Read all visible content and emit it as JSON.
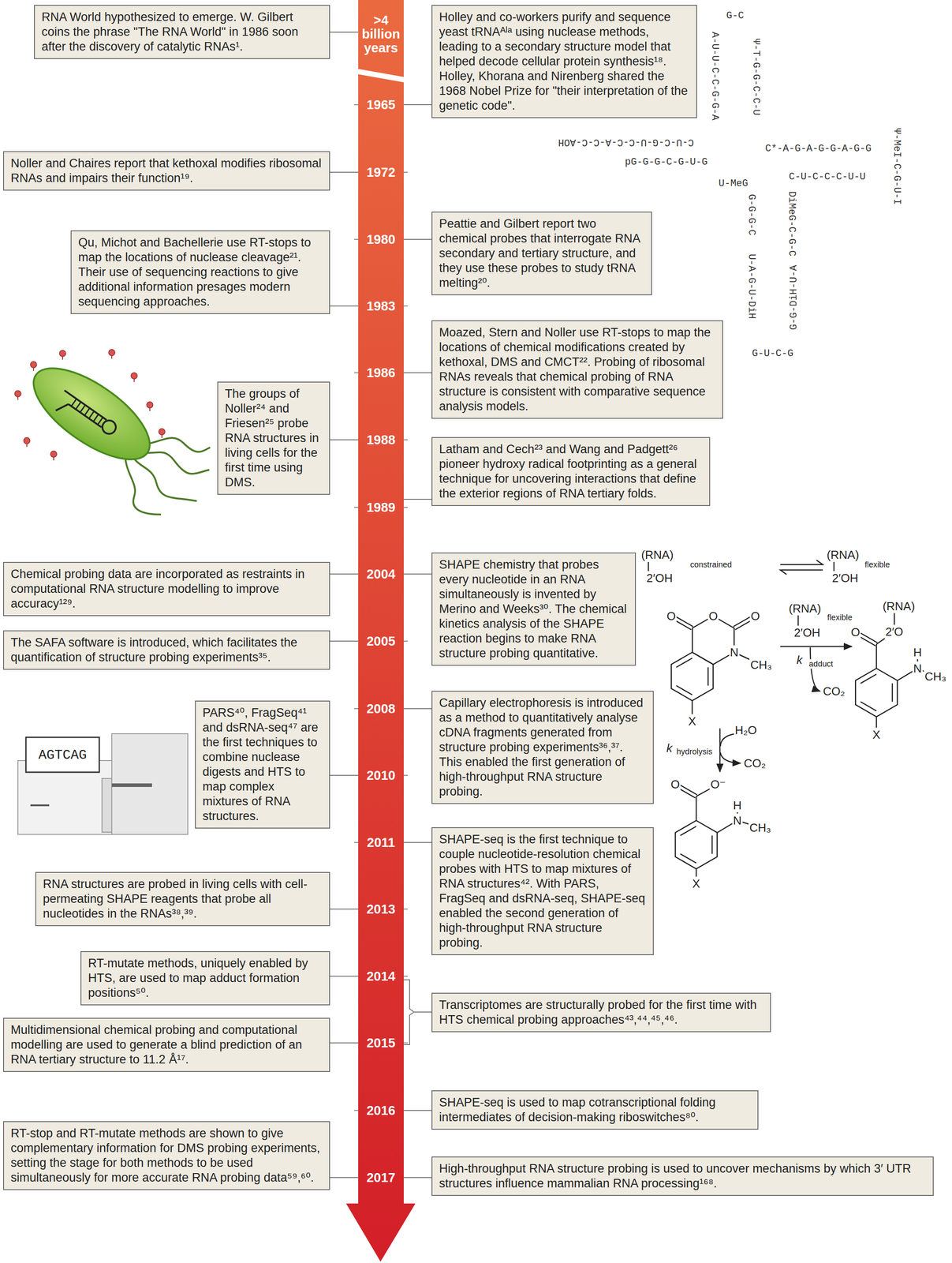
{
  "diagram": {
    "nodes": [
      {
        "text": [
          "RNA World hypothesized to emerge. W. Gilbert coins the phrase \"The RNA World\" in 1986 soon after the discovery of catalytic RNAs¹."
        ]
      },
      {
        "text": [
          "Holley and co-workers purify and sequence yeast tRNAᴬˡᵃ using nuclease methods, leading to a secondary structure model that helped decode cellular protein synthesis¹⁸. Holley, Khorana and Nirenberg shared the 1968 Nobel Prize for \"their interpretation of the genetic code\"."
        ]
      },
      {
        "text": [
          "Noller and Chaires report that kethoxal modifies ribosomal RNAs and impairs their function¹⁹."
        ]
      },
      {
        "text": [
          "Peattie and Gilbert report two chemical probes that interrogate RNA secondary and tertiary structure, and they use these probes to study tRNA melting²⁰."
        ]
      },
      {
        "text": [
          "Qu, Michot and Bachellerie use RT-stops to map the locations of nuclease cleavage²¹. Their use of sequencing reactions to give additional information presages modern sequencing approaches."
        ]
      },
      {
        "text": [
          "Moazed, Stern and Noller use RT-stops to map the locations of chemical modifications created by kethoxal, DMS and CMCT²². Probing of ribosomal RNAs reveals that chemical probing of RNA structure is consistent with comparative sequence analysis models."
        ]
      },
      {
        "text": [
          "The groups of Noller²⁴ and Friesen²⁵ probe RNA structures in living cells for the first time using DMS."
        ]
      },
      {
        "text": [
          "Latham and Cech²³ and Wang and Padgett²⁶ pioneer hydroxy radical footprinting as a general technique for uncovering interactions that define the exterior regions of RNA tertiary folds."
        ]
      },
      {
        "text": [
          "SHAPE chemistry that probes every nucleotide in an RNA simultaneously is invented by Merino and Weeks³⁰. The chemical kinetics analysis of the SHAPE reaction begins to make RNA structure probing quantitative."
        ]
      },
      {
        "text": [
          "Chemical probing data are incorporated as restraints in computational RNA structure modelling to improve accuracy¹²⁹."
        ]
      },
      {
        "text": [
          "The SAFA software is introduced, which facilitates the quantification of structure probing experiments³⁵."
        ]
      },
      {
        "text": [
          "Capillary electrophoresis is introduced as a method to quantitatively analyse cDNA fragments generated from structure probing experiments³⁶,³⁷. This enabled the first generation of high-throughput RNA structure probing."
        ]
      },
      {
        "text": [
          "PARS⁴⁰, FragSeq⁴¹ and dsRNA-seq⁴⁷ are the first techniques to combine nuclease digests and HTS to map complex mixtures of RNA structures."
        ]
      },
      {
        "text": [
          "SHAPE-seq is the first technique to couple nucleotide-resolution chemical probes with HTS to map mixtures of RNA structures⁴². With PARS, FragSeq and dsRNA-seq, SHAPE-seq enabled the second generation of high-throughput RNA structure probing."
        ]
      },
      {
        "text": [
          "RNA structures are probed in living cells with cell-permeating SHAPE reagents that probe all nucleotides in the RNAs³⁸,³⁹."
        ]
      },
      {
        "text": [
          "RT-mutate methods, uniquely enabled by HTS, are used to map adduct formation positions⁵⁰."
        ]
      },
      {
        "text": [
          "Transcriptomes are structurally probed for the first time with HTS chemical probing approaches⁴³,⁴⁴,⁴⁵,⁴⁶."
        ]
      },
      {
        "text": [
          "Multidimensional chemical probing and computational modelling are used to generate a blind prediction of an RNA tertiary structure to 11.2 Å¹⁷."
        ]
      },
      {
        "text": [
          "SHAPE-seq is used to map cotranscriptional folding intermediates of decision-making riboswitches⁸⁰."
        ]
      },
      {
        "text": [
          "RT-stop and RT-mutate methods are shown to give complementary information for DMS probing experiments, setting the stage for both methods to be used simultaneously for more accurate RNA probing data⁵⁹,⁶⁰."
        ]
      },
      {
        "text": [
          "High-throughput RNA structure probing is used to uncover mechanisms by which 3′ UTR structures influence mammalian RNA processing¹⁶⁸."
        ]
      }
    ],
    "labels": [
      ">4 billion years",
      "1965",
      "1972",
      "1980",
      "1983",
      "1986",
      "1988",
      "1989",
      "2004",
      "2005",
      "2008",
      "2010",
      "2011",
      "2013",
      "2014",
      "2015",
      "2016",
      "2017",
      "C-U-C-G-U-C-C-A-C-C-AOH",
      "pG-G-G-C-G-U-G",
      "A-U-U-C-C-G-G-A",
      "G-C",
      "Ψ-T-G-G-C-C-U",
      "C*-A-G-A-G-G-A-G-G",
      "Ψ-MeI-C-G-U-I",
      "C-U-C-C-C-U-U",
      "U-MeG",
      "G-G-G-C",
      "DiMeG-C-G-C",
      "U-A-G-U-DiH",
      "G-U-C-G",
      "G-G-DiH-U-A",
      "(RNA)",
      "constrained",
      "2′OH",
      "(RNA)",
      "flexible",
      "2′OH",
      "O",
      "O",
      "O",
      "N",
      "CH₃",
      "X",
      "(RNA)",
      "flexible",
      "2′OH",
      "k",
      "adduct",
      "CO₂",
      "(RNA)",
      "2′O",
      "O",
      "H",
      "N",
      "CH₃",
      "X",
      "k",
      "hydrolysis",
      "H₂O",
      "CO₂",
      "O",
      "O⁻",
      "H",
      "N",
      "CH₃",
      "X",
      "AGTCAG"
    ]
  }
}
